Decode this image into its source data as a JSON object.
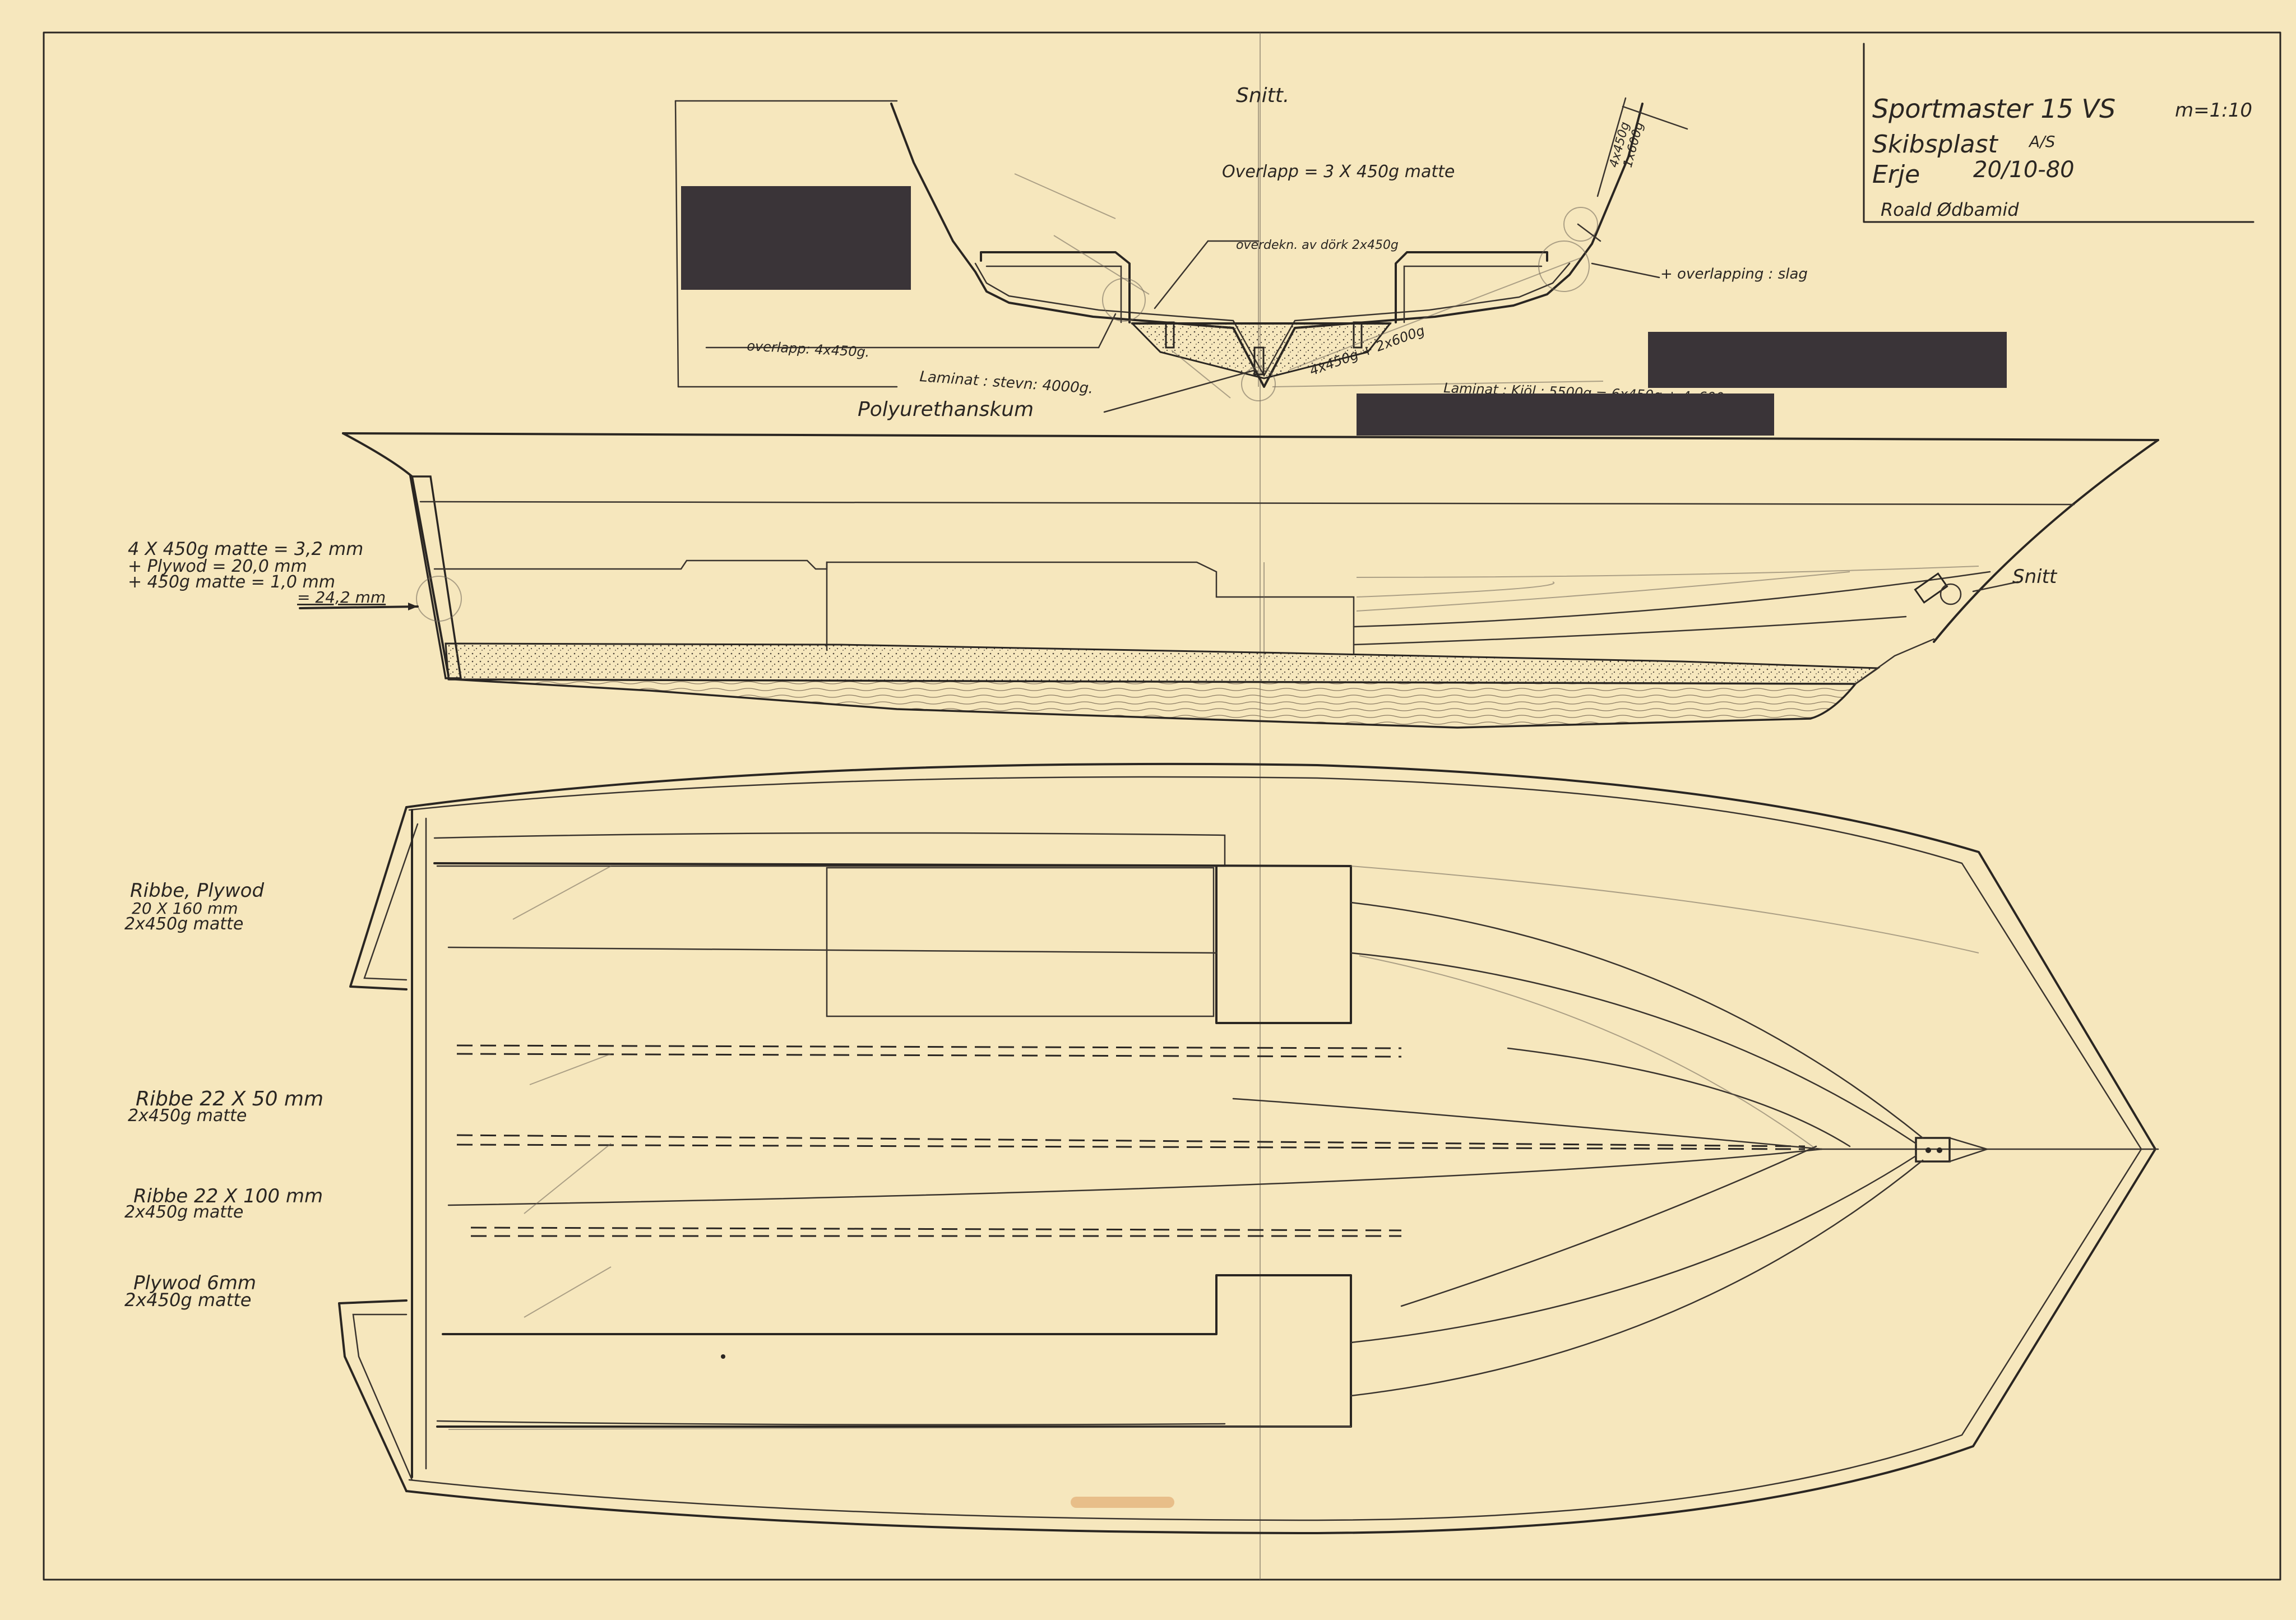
{
  "title_block": {
    "line1": "Sportmaster 15 VS",
    "scale": "m=1:10",
    "line2": "Skibsplast",
    "company_suffix": "A/S",
    "line3": "Erje",
    "date": "20/10-80",
    "signature": "Roald Ødbamid"
  },
  "section": {
    "title": "Snitt.",
    "overlap_top": "Overlapp = 3 X 450g matte",
    "overdekk": "overdekn. av dörk 2x450g",
    "overlapp_left": "overlapp: 4x450g.",
    "laminat_stevn": "Laminat : stevn: 4000g.",
    "polyurethane": "Polyurethanskum",
    "keel_plies": "4x450g + 2x600g",
    "laminat_kjol": "Laminat : Kjöl : 5500g = 6x450g + 4x600g.",
    "overlapping_slag": "+ overlapping : slag",
    "side_plies_1": "4x450g",
    "side_plies_2": "1x600g"
  },
  "profile": {
    "transom_spec_1": "4 X 450g matte = 3,2 mm",
    "transom_spec_2": "+ Plywod          = 20,0 mm",
    "transom_spec_3": "+ 450g     matte  = 1,0 mm",
    "transom_total": "= 24,2 mm",
    "snitt_label": "Snitt"
  },
  "plan": {
    "rib_plywod_1": "Ribbe, Plywod",
    "rib_plywod_2": "20 X 160 mm",
    "rib_plywod_3": "2x450g matte",
    "rib_50_1": "Ribbe  22 X 50 mm",
    "rib_50_2": "2x450g matte",
    "rib_100_1": "Ribbe  22 X 100 mm",
    "rib_100_2": "2x450g matte",
    "plywood_6_1": "Plywod 6mm",
    "plywood_6_2": "2x450g matte"
  }
}
